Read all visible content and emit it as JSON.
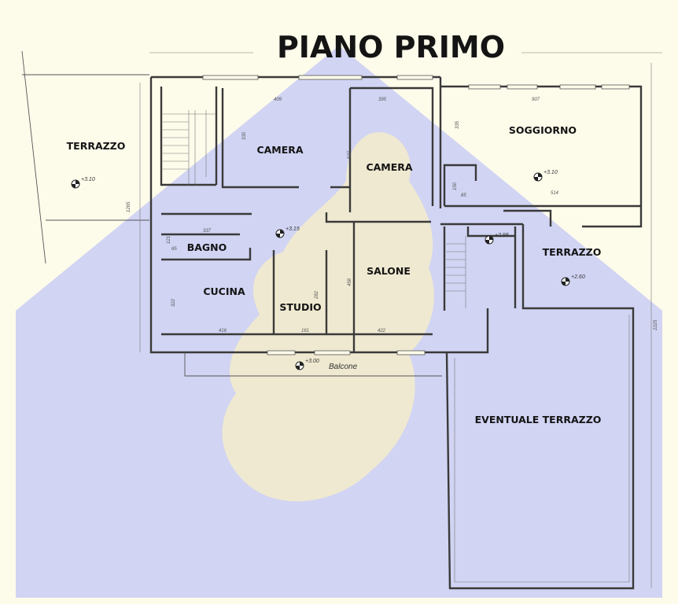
{
  "title": "PIANO PRIMO",
  "rooms": {
    "terrazzo_left": "TERRAZZO",
    "camera_1": "CAMERA",
    "camera_2": "CAMERA",
    "soggiorno": "SOGGIORNO",
    "bagno": "BAGNO",
    "cucina": "CUCINA",
    "studio": "STUDIO",
    "salone": "SALONE",
    "terrazzo_right": "TERRAZZO",
    "eventuale_terrazzo": "EVENTUALE TERRAZZO"
  },
  "balcony_label": "Balcone",
  "levels": {
    "terrazzo_left": "+3.10",
    "hall": "+3.15",
    "soggiorno": "+3.10",
    "stair_landing": "+2.95",
    "terrazzo_right": "+2.60",
    "balcone": "+3.00"
  },
  "dimensions": {
    "camera_1_width": "409",
    "camera_2_width": "395",
    "soggiorno_width": "907",
    "camera_1_depth": "330",
    "camera_2_depth": "537",
    "soggiorno_depth": "335",
    "soggiorno_sub": "150",
    "soggiorno_bottom": "514",
    "hall_width": "337",
    "bagno_depth": "121",
    "cucina_depth": "322",
    "studio_depth": "282",
    "salone_depth": "458",
    "cucina_width": "416",
    "studio_width": "161",
    "salone_width": "422",
    "left_height": "1265",
    "right_height": "2225",
    "bagno_h": "65",
    "camera_h": "85"
  },
  "colors": {
    "background": "#fdfbea",
    "watermark_blue": "#c9ccf4",
    "watermark_yellow": "#f8f0c6",
    "wall": "#3a3a3a"
  }
}
